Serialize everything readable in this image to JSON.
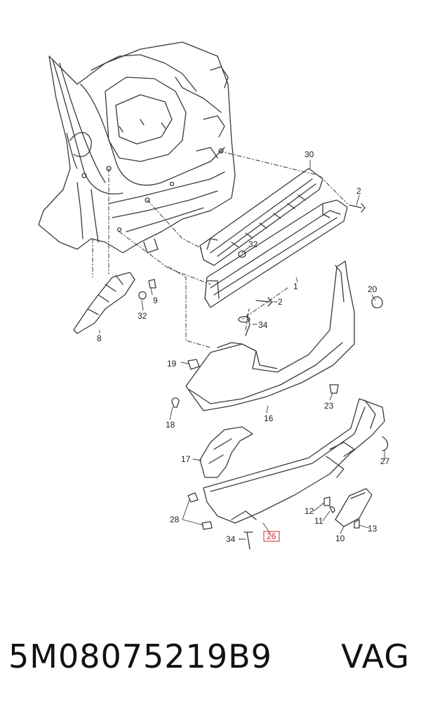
{
  "diagram": {
    "callouts": {
      "c30": "30",
      "c2a": "2",
      "c32a": "32",
      "c1": "1",
      "c20": "20",
      "c2b": "2",
      "c9": "9",
      "c32b": "32",
      "c34a": "34",
      "c8": "8",
      "c19": "19",
      "c23": "23",
      "c18": "18",
      "c16": "16",
      "c17": "17",
      "c27": "27",
      "c28": "28",
      "c12": "12",
      "c11": "11",
      "c13": "13",
      "c10": "10",
      "c34b": "34",
      "c26": "26"
    },
    "highlight_color": "#d2233a",
    "line_color": "#3a3a3a"
  },
  "caption": {
    "part_number": "5M08075219B9",
    "brand": "VAG"
  }
}
